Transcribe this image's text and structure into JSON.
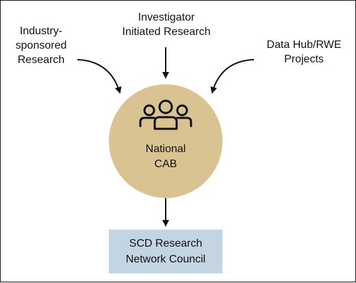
{
  "sources": {
    "industry": {
      "line1": "Industry-",
      "line2": "sponsored",
      "line3": "Research"
    },
    "investigator": {
      "line1": "Investigator",
      "line2": "Initiated Research"
    },
    "datahub": {
      "line1": "Data Hub/RWE",
      "line2": "Projects"
    }
  },
  "cab": {
    "line1": "National",
    "line2": "CAB",
    "icon": "people-group-icon"
  },
  "council": {
    "line1": "SCD Research",
    "line2": "Network Council"
  },
  "colors": {
    "cab_fill": "#d9c393",
    "council_fill": "#c3d4e2",
    "line": "#111111"
  }
}
